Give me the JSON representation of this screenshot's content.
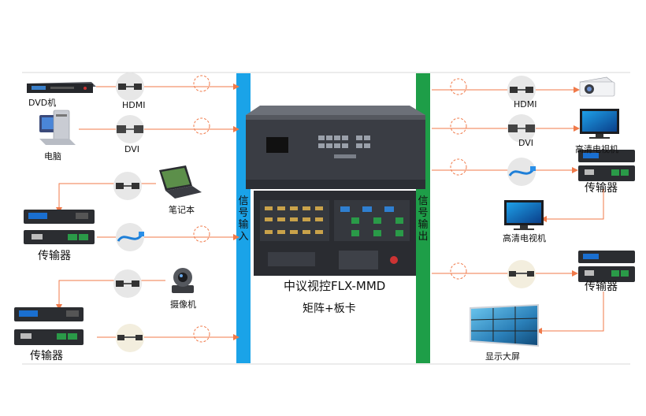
{
  "colors": {
    "input_bar": "#1aa3e8",
    "output_bar": "#1e9e48",
    "signal_line": "#f07a4a",
    "connector_circle": "#e7e7e7",
    "device_body": "#2b2d31"
  },
  "input_bar_label": "信号输入",
  "output_bar_label": "信号输出",
  "inputs": {
    "dvd": "DVD机",
    "hdmi": "HDMI",
    "pc": "电脑",
    "dvi": "DVI",
    "laptop": "笔记本",
    "transmitter_1": "传输器",
    "camera": "摄像机",
    "transmitter_2": "传输器"
  },
  "outputs": {
    "hdmi": "HDMI",
    "dvi": "DVI",
    "hdtv_1": "高清电视机",
    "transmitter_1": "传输器",
    "hdtv_2": "高清电视机",
    "transmitter_2": "传输器",
    "video_wall": "显示大屏"
  },
  "matrix": {
    "name": "中议视控FLX-MMD",
    "subtitle": "矩阵+板卡"
  },
  "icons": [
    "hdmi-cable-icon",
    "dvi-cable-icon",
    "network-cable-icon",
    "dvd-player-icon",
    "pc-icon",
    "laptop-icon",
    "camera-icon",
    "projector-icon",
    "tv-icon",
    "transmitter-icon",
    "video-wall-icon",
    "matrix-switcher-icon"
  ]
}
